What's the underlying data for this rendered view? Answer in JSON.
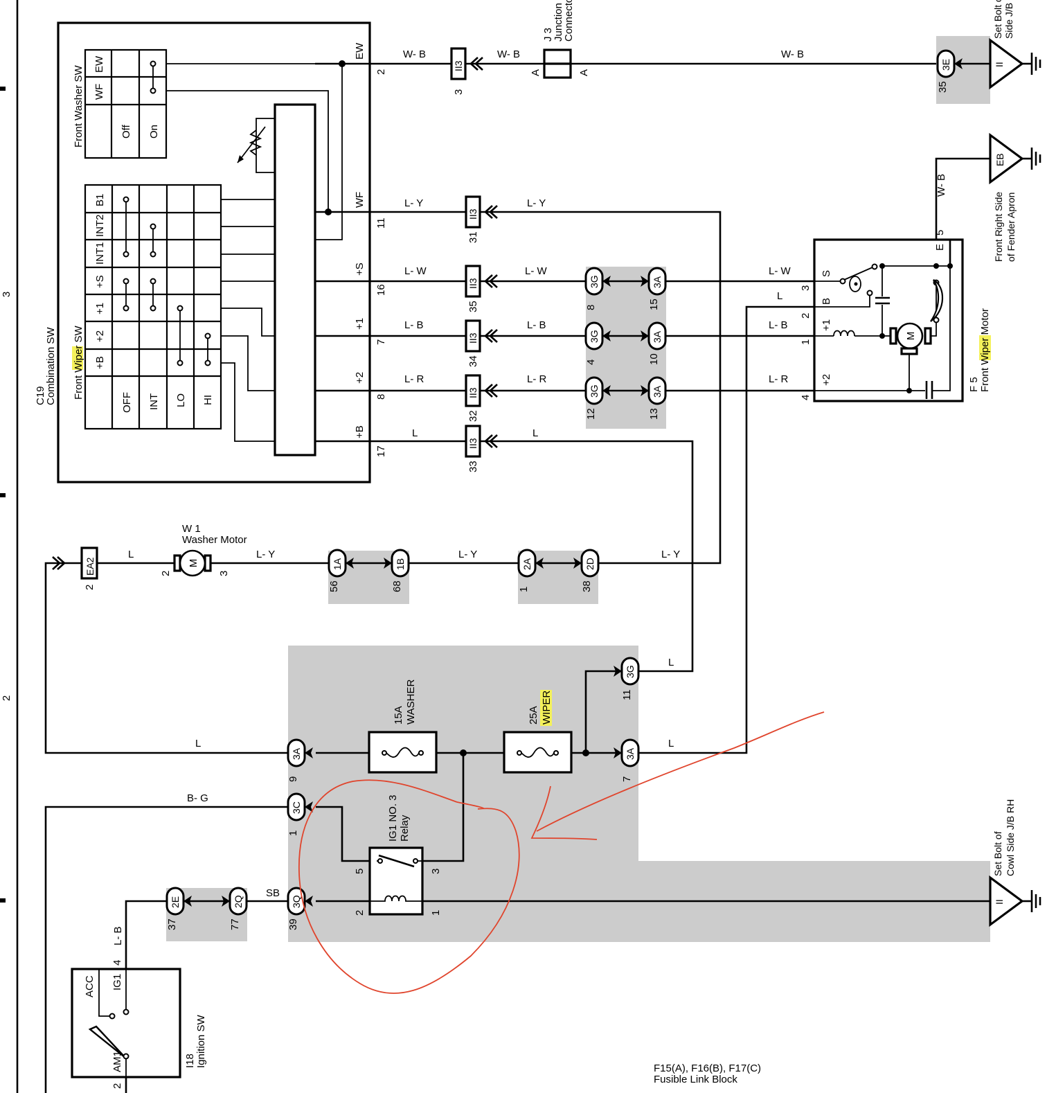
{
  "page": {
    "title": "Front Wiper and Washer Wiring Diagram"
  },
  "margin_marks": [
    "3",
    "2"
  ],
  "colors": {
    "annotation": "#e0442c",
    "highlight": "#f4f15a",
    "shade": "#cccccc"
  },
  "combination_sw": {
    "id": "C19",
    "name": "Combination SW",
    "washer_sw": {
      "title": "Front Washer SW",
      "terminals": [
        "EW",
        "WF"
      ],
      "positions": [
        "Off",
        "On"
      ]
    },
    "wiper_sw": {
      "title_pre": "Front ",
      "title_hl": "Wiper",
      "title_post": " SW",
      "terminals": [
        "B1",
        "INT2",
        "INT1",
        "+S",
        "+1",
        "+2",
        "+B"
      ],
      "positions": [
        "OFF",
        "INT",
        "LO",
        "HI"
      ]
    },
    "pins": [
      {
        "term": "EW",
        "num": "2"
      },
      {
        "term": "WF",
        "num": "11"
      },
      {
        "term": "+S",
        "num": "16"
      },
      {
        "term": "+1",
        "num": "7"
      },
      {
        "term": "+2",
        "num": "8"
      },
      {
        "term": "+B",
        "num": "17"
      }
    ]
  },
  "wires": {
    "ew_left": "W- B",
    "ew_mid": "W- B",
    "ew_right": "W- B",
    "wf_left": "L- Y",
    "wf_right": "L- Y",
    "s_left": "L- W",
    "s_right": "L- W",
    "s_motor": "L- W",
    "p1_left": "L- B",
    "p1_right": "L- B",
    "p1_motor": "L- B",
    "p2_left": "L- R",
    "p2_right": "L- R",
    "p2_motor": "L- R",
    "b_left": "L",
    "b_right": "L",
    "b_motor": "L",
    "ground_eb": "W- B",
    "washer_left": "L",
    "washer_mid": "L- Y",
    "washer_mid2": "L- Y",
    "washer_right": "L- Y",
    "fuse_3g": "L",
    "fuse_3a": "L",
    "washer_feed": "L",
    "bg": "B- G",
    "sb": "SB",
    "ig_lb": "L- B"
  },
  "connectors": {
    "ii3": {
      "label": "II3",
      "pins": [
        "3",
        "31",
        "35",
        "34",
        "32",
        "33"
      ]
    },
    "j3": {
      "id": "J 3",
      "name1": "Junction",
      "name2": "Connector",
      "pinA": "A"
    },
    "g3e": {
      "label": "3E",
      "pin": "35"
    },
    "row_3g": [
      {
        "label": "3G",
        "pin": "8"
      },
      {
        "label": "3G",
        "pin": "4"
      },
      {
        "label": "3G",
        "pin": "12"
      }
    ],
    "row_3a": [
      {
        "label": "3A",
        "pin": "15"
      },
      {
        "label": "3A",
        "pin": "10"
      },
      {
        "label": "3A",
        "pin": "13"
      }
    ],
    "ea2": {
      "label": "EA2",
      "pin": "2"
    },
    "c1a": {
      "label": "1A",
      "pin": "56"
    },
    "c1b": {
      "label": "1B",
      "pin": "68"
    },
    "c2a": {
      "label": "2A",
      "pin": "1"
    },
    "c2d": {
      "label": "2D",
      "pin": "38"
    },
    "jb_3g": {
      "label": "3G",
      "pin": "11"
    },
    "jb_3a7": {
      "label": "3A",
      "pin": "7"
    },
    "jb_3a9": {
      "label": "3A",
      "pin": "9"
    },
    "jb_3c": {
      "label": "3C",
      "pin": "1"
    },
    "jb_3q": {
      "label": "3Q",
      "pin": "39"
    },
    "c2e": {
      "label": "2E",
      "pin": "37"
    },
    "c2q": {
      "label": "2Q",
      "pin": "77"
    }
  },
  "grounds": {
    "top": {
      "label": "II",
      "desc1": "Set Bolt of Cowl",
      "desc2": "Side J/B"
    },
    "eb": {
      "label": "EB",
      "desc1": "Front Right Side",
      "desc2": "of Fender Apron"
    },
    "bottom": {
      "label": "II",
      "desc1": "Set Bolt of",
      "desc2": "Cowl Side J/B RH"
    }
  },
  "wiper_motor": {
    "id": "F 5",
    "name_pre": "Front ",
    "name_hl": "Wiper",
    "name_post": " Motor",
    "terminals": [
      {
        "term": "S",
        "pin": "3"
      },
      {
        "term": "B",
        "pin": "2"
      },
      {
        "term": "+1",
        "pin": "1"
      },
      {
        "term": "+2",
        "pin": "4"
      },
      {
        "term": "E",
        "pin": "5"
      }
    ],
    "motor_symbol": "M"
  },
  "washer_motor": {
    "id": "W 1",
    "name": "Washer Motor",
    "pin_left": "2",
    "pin_right": "3",
    "motor_symbol": "M"
  },
  "fuses": [
    {
      "rating": "15A",
      "name": "WASHER",
      "highlight": false
    },
    {
      "rating": "25A",
      "name": "WIPER",
      "highlight": true
    }
  ],
  "relay": {
    "name1": "IG1 NO. 3",
    "name2": "Relay",
    "pins": [
      "5",
      "3",
      "2",
      "1"
    ]
  },
  "ignition_sw": {
    "id": "I18",
    "name": "Ignition SW",
    "terminals": [
      "ACC",
      "IG1",
      "AM1"
    ],
    "pin_top": "4",
    "pin_bottom": "2"
  },
  "fusible_link": {
    "line1": "F15(A), F16(B), F17(C)",
    "line2": "Fusible Link Block"
  }
}
